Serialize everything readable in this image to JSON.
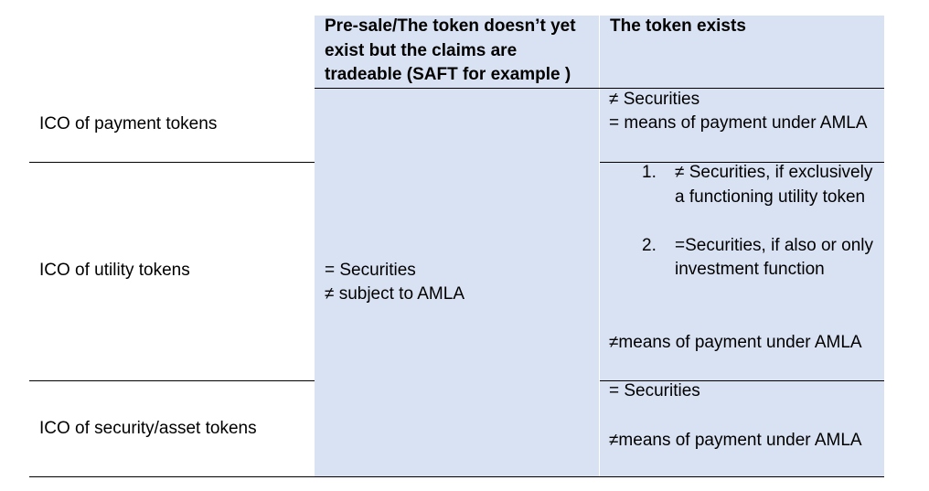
{
  "table": {
    "header": {
      "col1": "",
      "col2": "Pre-sale/The token doesn’t yet exist but the claims are tradeable (SAFT for example )",
      "col3": "The token exists"
    },
    "rows": [
      {
        "label": "ICO of payment tokens",
        "exists_lines": [
          "≠ Securities",
          "= means of payment under AMLA"
        ]
      },
      {
        "label": "ICO of utility tokens",
        "exists_items": [
          {
            "num": "1.",
            "text": "≠ Securities, if exclusively a functioning utility token"
          },
          {
            "num": "2.",
            "text": "=Securities, if also or only investment function"
          }
        ],
        "exists_note": "≠means of payment under AMLA"
      },
      {
        "label": "ICO of security/asset tokens",
        "exists_lines": [
          "= Securities",
          "≠means of payment under AMLA"
        ]
      }
    ],
    "presale_merged_lines": [
      "= Securities",
      "≠ subject to AMLA"
    ]
  },
  "colors": {
    "cell_shading": "#d9e2f3",
    "rules": "#000000",
    "background": "#ffffff"
  }
}
